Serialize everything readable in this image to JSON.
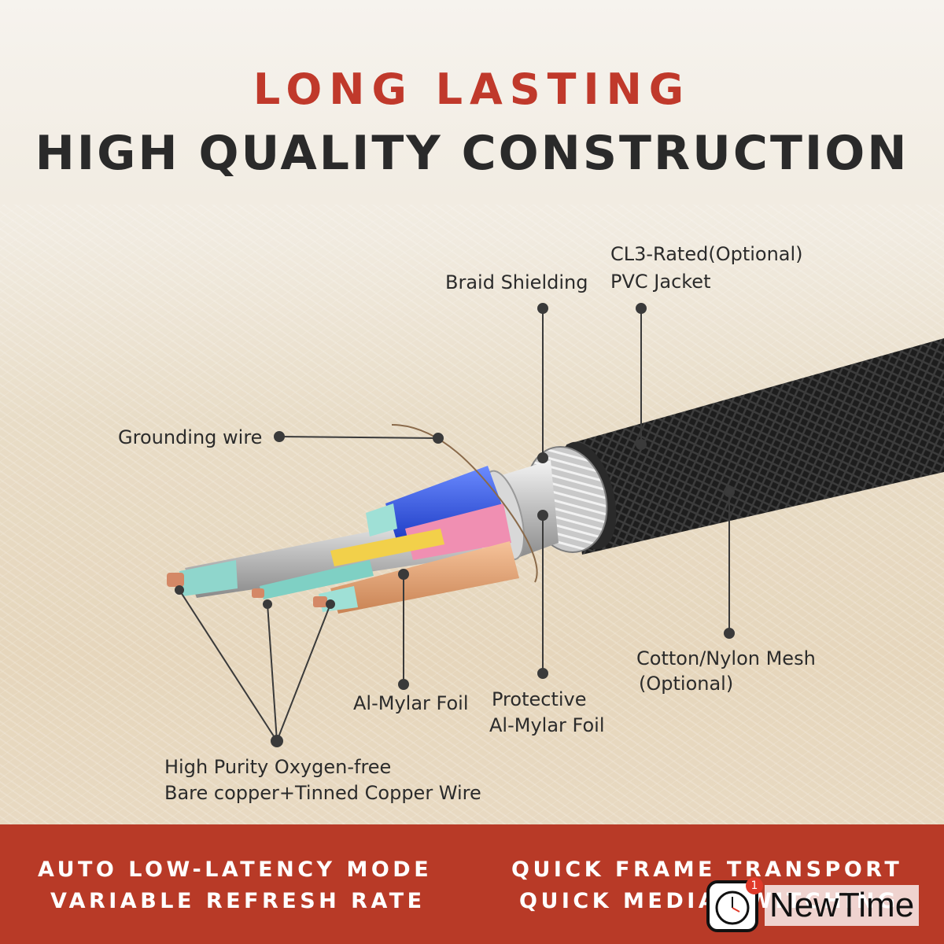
{
  "headline": {
    "line1": "LONG LASTING",
    "line2": "HIGH QUALITY CONSTRUCTION"
  },
  "labels": {
    "braid_shielding": "Braid Shielding",
    "jacket_line1": "CL3-Rated(Optional)",
    "jacket_line2": "PVC Jacket",
    "grounding_wire": "Grounding wire",
    "mesh_line1": "Cotton/Nylon Mesh",
    "mesh_line2": "(Optional)",
    "al_mylar_foil": "Al-Mylar Foil",
    "protective_line1": "Protective",
    "protective_line2": "Al-Mylar Foil",
    "copper_line1": "High Purity Oxygen-free",
    "copper_line2": "Bare copper+Tinned Copper Wire"
  },
  "features": {
    "left_line1": "AUTO LOW-LATENCY MODE",
    "left_line2": "VARIABLE REFRESH RATE",
    "right_line1": "QUICK FRAME TRANSPORT",
    "right_line2": "QUICK MEDIA SWITCHING"
  },
  "logo": {
    "badge": "1",
    "text": "NewTime"
  },
  "colors": {
    "accent_red": "#c0392b",
    "heading_dark": "#2a2a2a",
    "band_red": "#b83a27",
    "cable_black": "#1b1b1b"
  }
}
